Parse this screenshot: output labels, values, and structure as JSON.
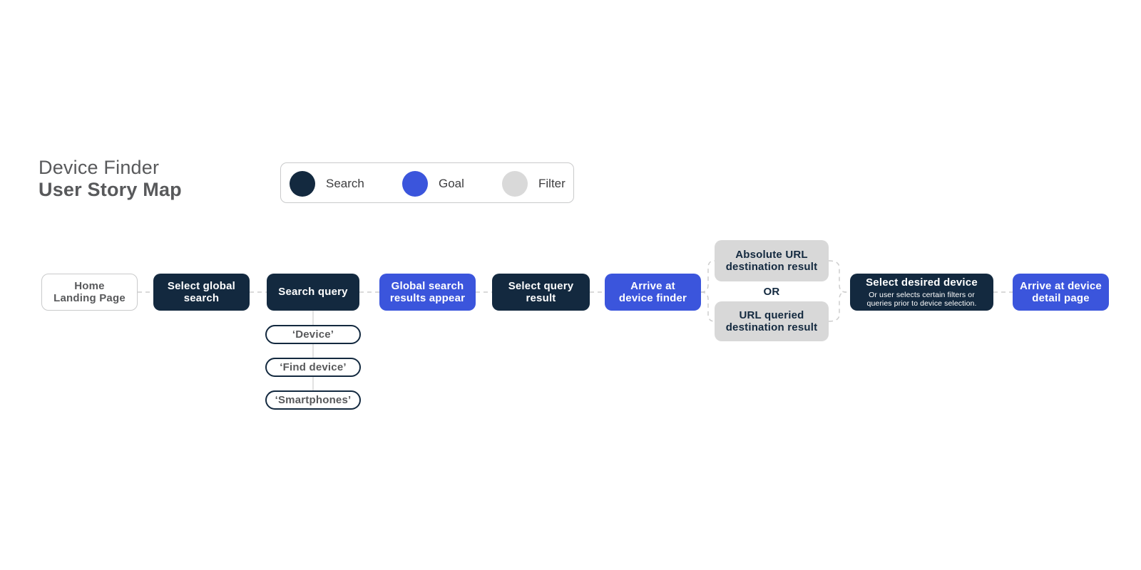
{
  "title": {
    "line1": "Device Finder",
    "line2": "User Story Map"
  },
  "legend": {
    "items": [
      {
        "name": "search",
        "label": "Search",
        "color": "#13293F"
      },
      {
        "name": "goal",
        "label": "Goal",
        "color": "#3B55DC"
      },
      {
        "name": "filter",
        "label": "Filter",
        "color": "#D9D9D9"
      }
    ]
  },
  "flow": {
    "nodes": [
      {
        "label": "Home\nLanding Page",
        "type": "page"
      },
      {
        "label": "Select global\nsearch",
        "type": "search"
      },
      {
        "label": "Search query",
        "type": "search"
      },
      {
        "label": "Global search\nresults appear",
        "type": "goal"
      },
      {
        "label": "Select query\nresult",
        "type": "search"
      },
      {
        "label": "Arrive at\ndevice finder",
        "type": "goal"
      },
      {
        "label": "Absolute URL\ndestination result",
        "type": "filter"
      },
      {
        "label": "URL queried\ndestination result",
        "type": "filter"
      },
      {
        "label": "Select desired device",
        "caption": "Or user selects certain filters or\nqueries prior to device selection.",
        "type": "search"
      },
      {
        "label": "Arrive at device\ndetail page",
        "type": "goal"
      }
    ],
    "or_label": "OR",
    "search_queries": [
      "‘Device’",
      "‘Find device’",
      "‘Smartphones’"
    ]
  },
  "palette": {
    "search_navy": "#13293F",
    "goal_blue": "#3B55DC",
    "filter_gray": "#D8D8D8",
    "connector_gray": "#CDCDCD",
    "text_gray": "#58595B"
  }
}
